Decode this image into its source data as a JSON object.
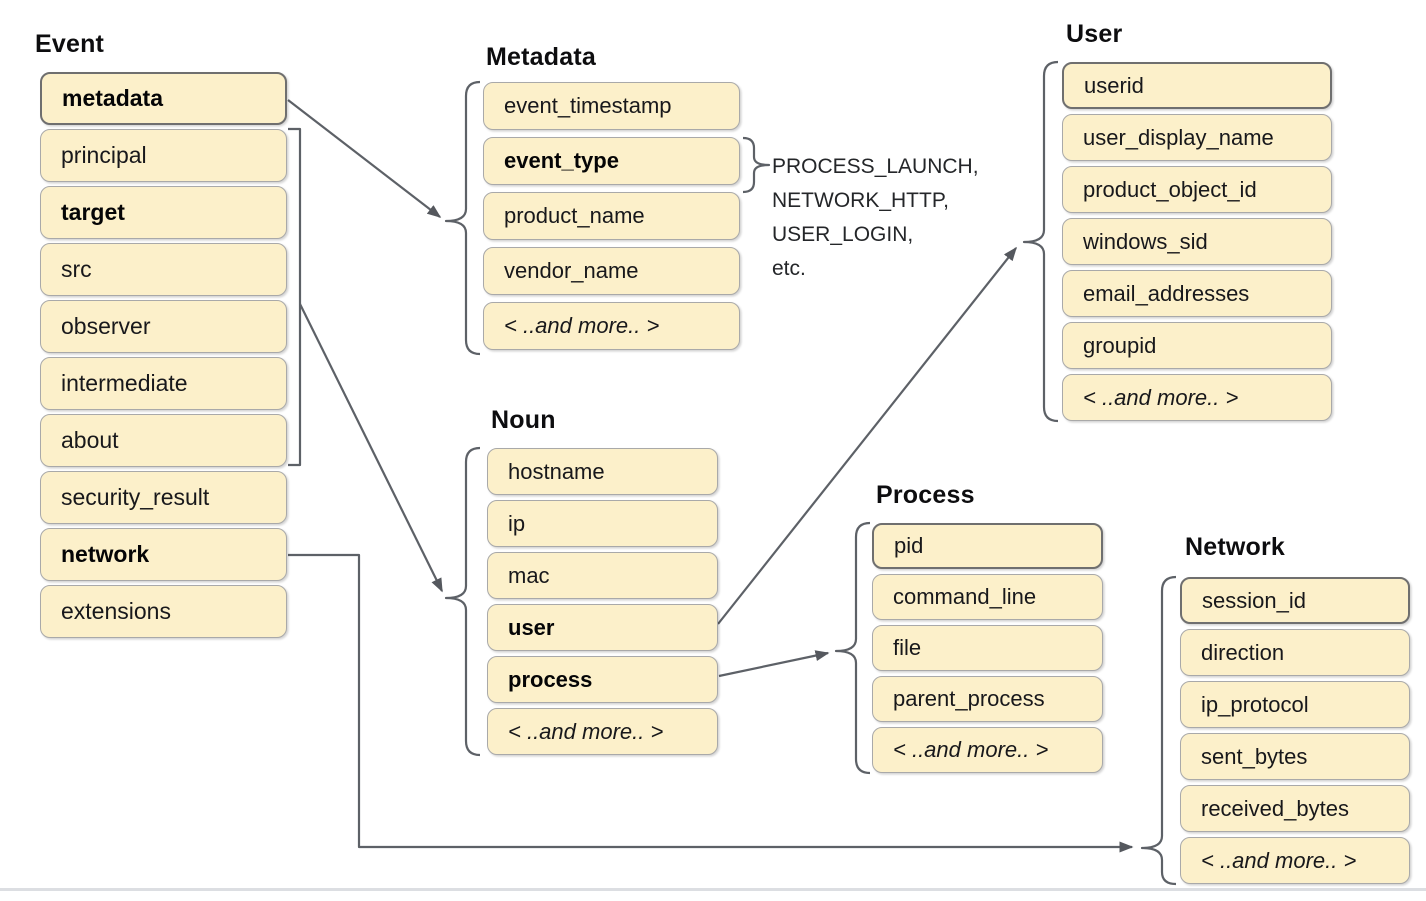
{
  "colors": {
    "box_fill": "#fcf0ca",
    "box_border": "#a9a9a9",
    "box_border_strong": "#6f6f6f",
    "connector": "#5d6167",
    "divider": "#dcdee2",
    "text": "#18181b"
  },
  "groups": {
    "event": {
      "title": "Event",
      "fields": [
        {
          "label": "metadata",
          "bold": true,
          "strong": true
        },
        {
          "label": "principal"
        },
        {
          "label": "target",
          "bold": true
        },
        {
          "label": "src"
        },
        {
          "label": "observer"
        },
        {
          "label": "intermediate"
        },
        {
          "label": "about"
        },
        {
          "label": "security_result"
        },
        {
          "label": "network",
          "bold": true
        },
        {
          "label": "extensions"
        }
      ]
    },
    "metadata": {
      "title": "Metadata",
      "fields": [
        {
          "label": "event_timestamp"
        },
        {
          "label": "event_type",
          "bold": true
        },
        {
          "label": "product_name"
        },
        {
          "label": "vendor_name"
        },
        {
          "label": "< ..and more.. >",
          "italic": true
        }
      ]
    },
    "noun": {
      "title": "Noun",
      "fields": [
        {
          "label": "hostname"
        },
        {
          "label": "ip"
        },
        {
          "label": "mac"
        },
        {
          "label": "user",
          "bold": true
        },
        {
          "label": "process",
          "bold": true
        },
        {
          "label": "< ..and more.. >",
          "italic": true
        }
      ]
    },
    "user": {
      "title": "User",
      "fields": [
        {
          "label": "userid",
          "strong": true
        },
        {
          "label": "user_display_name"
        },
        {
          "label": "product_object_id"
        },
        {
          "label": "windows_sid"
        },
        {
          "label": "email_addresses"
        },
        {
          "label": "groupid"
        },
        {
          "label": "< ..and more.. >",
          "italic": true
        }
      ]
    },
    "process": {
      "title": "Process",
      "fields": [
        {
          "label": "pid",
          "strong": true
        },
        {
          "label": "command_line"
        },
        {
          "label": "file"
        },
        {
          "label": "parent_process"
        },
        {
          "label": "< ..and more.. >",
          "italic": true
        }
      ]
    },
    "network": {
      "title": "Network",
      "fields": [
        {
          "label": "session_id",
          "strong": true
        },
        {
          "label": "direction"
        },
        {
          "label": "ip_protocol"
        },
        {
          "label": "sent_bytes"
        },
        {
          "label": "received_bytes"
        },
        {
          "label": "< ..and more.. >",
          "italic": true
        }
      ]
    }
  },
  "legend": {
    "event_type_values": [
      "PROCESS_LAUNCH,",
      "NETWORK_HTTP,",
      "USER_LOGIN,",
      "etc."
    ]
  },
  "connections": [
    {
      "from": "Event.metadata",
      "to": "Metadata"
    },
    {
      "from": "Event.principal..about",
      "to": "Noun"
    },
    {
      "from": "Noun.user",
      "to": "User"
    },
    {
      "from": "Noun.process",
      "to": "Process"
    },
    {
      "from": "Event.network",
      "to": "Network"
    }
  ]
}
